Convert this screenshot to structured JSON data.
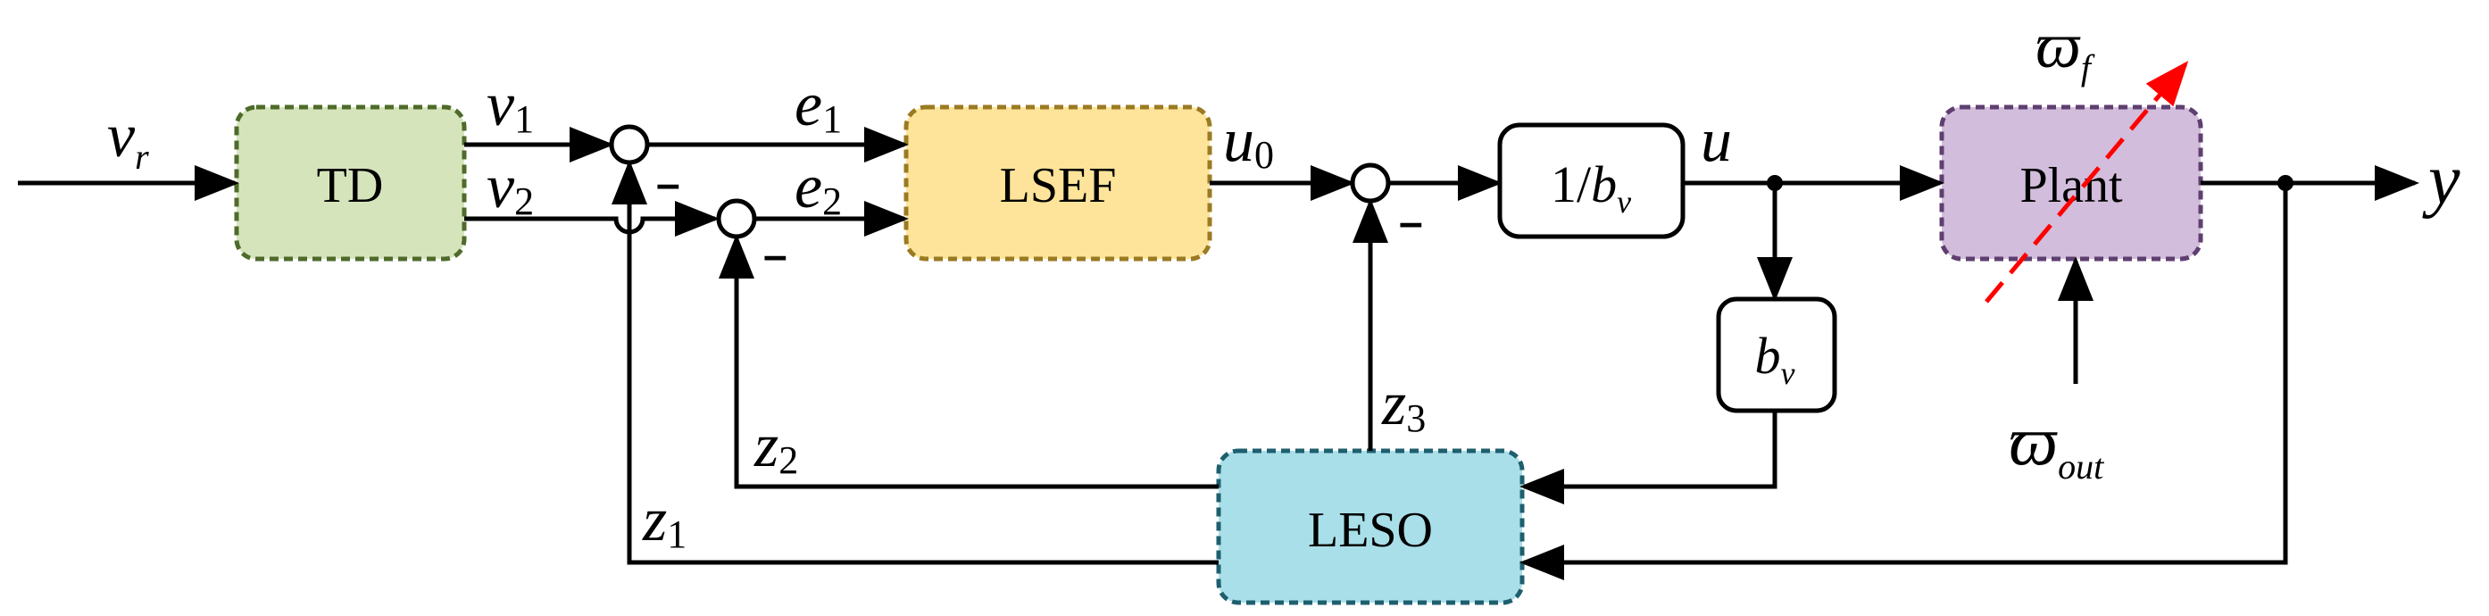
{
  "colors": {
    "td_fill": "#d6e4bc",
    "td_border": "#4e6b2a",
    "lsef_fill": "#fde49a",
    "lsef_border": "#9a7a22",
    "plant_fill": "#d2bddc",
    "plant_border": "#5f3f70",
    "leso_fill": "#a9dfe9",
    "leso_border": "#1e5f6e",
    "disturbance": "#ff0000"
  },
  "blocks": {
    "td": "TD",
    "lsef": "LSEF",
    "plant": "Plant",
    "leso": "LESO",
    "gain_inv": {
      "prefix": "1/",
      "main": "b",
      "sub": "v"
    },
    "gain": {
      "main": "b",
      "sub": "v"
    }
  },
  "signals": {
    "vr": {
      "main": "v",
      "sub": "r"
    },
    "v1": {
      "main": "v",
      "sub": "1"
    },
    "v2": {
      "main": "v",
      "sub": "2"
    },
    "e1": {
      "main": "e",
      "sub": "1"
    },
    "e2": {
      "main": "e",
      "sub": "2"
    },
    "u0": {
      "main": "u",
      "sub": "0"
    },
    "u": {
      "main": "u"
    },
    "y": {
      "main": "y"
    },
    "z1": {
      "main": "z",
      "sub": "1"
    },
    "z2": {
      "main": "z",
      "sub": "2"
    },
    "z3": {
      "main": "z",
      "sub": "3"
    },
    "omega_f": {
      "main": "ϖ",
      "sub": "f"
    },
    "omega_out": {
      "main": "ϖ",
      "sub": "out"
    }
  },
  "summing_signs": {
    "sj1": "–",
    "sj2": "–",
    "sj3": "–"
  }
}
